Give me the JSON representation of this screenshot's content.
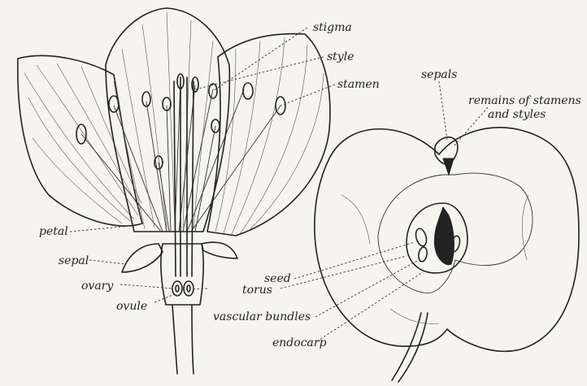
{
  "flower": {
    "labels": {
      "stigma": "stigma",
      "style": "style",
      "stamen": "stamen",
      "petal": "petal",
      "sepal": "sepal",
      "ovary": "ovary",
      "ovule": "ovule"
    }
  },
  "fruit": {
    "labels": {
      "sepals": "sepals",
      "remains_line1": "remains of stamens",
      "remains_line2": "and styles",
      "seed": "seed",
      "torus": "torus",
      "vascular_bundles": "vascular bundles",
      "endocarp": "endocarp"
    }
  }
}
